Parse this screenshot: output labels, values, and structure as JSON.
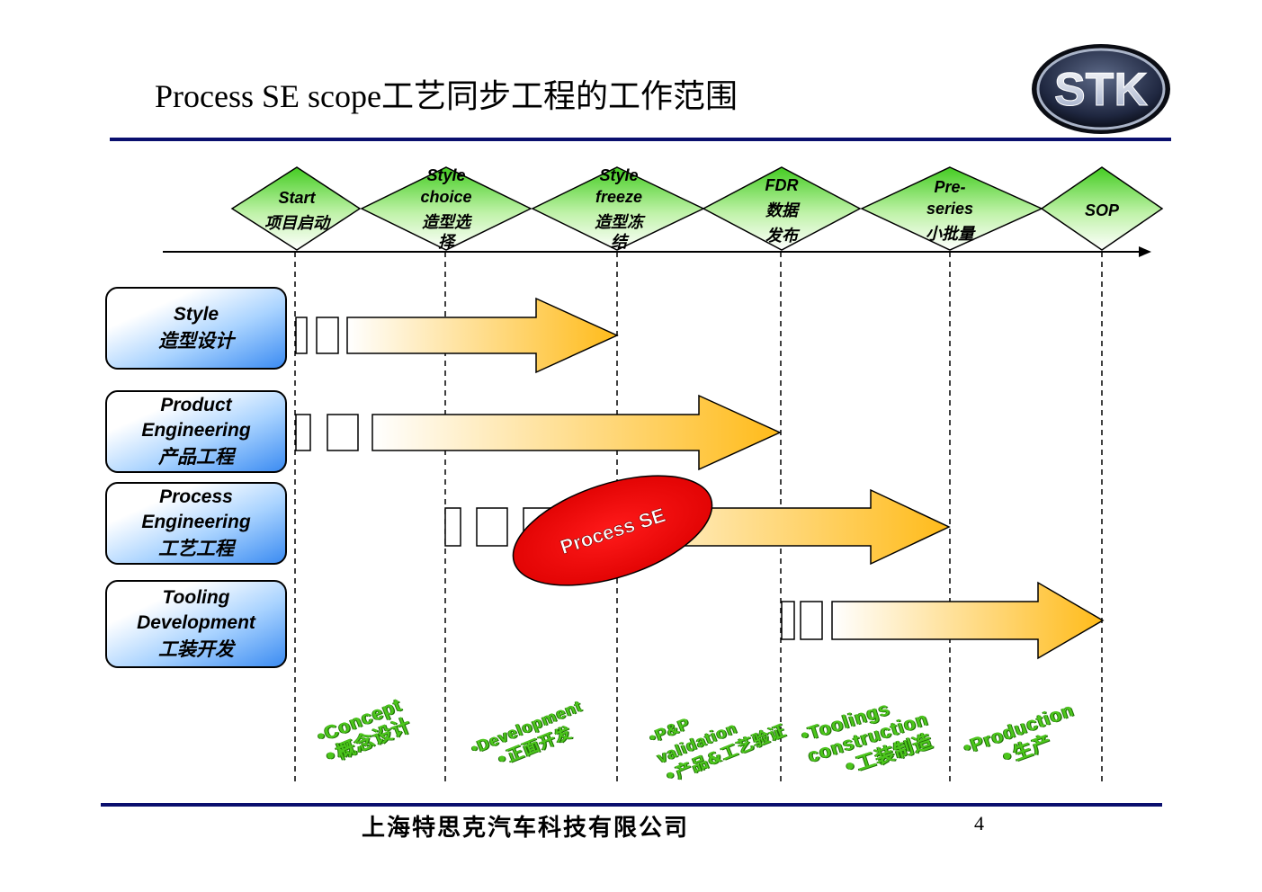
{
  "title": "Process SE scope工艺同步工程的工作范围",
  "logo": {
    "text": "STK"
  },
  "colors": {
    "accent_rule": "#0a0f6e",
    "milestone_green": "#66dd44",
    "arrow_orange": "#ffbf26",
    "process_se_red": "#ee0000",
    "phase_green": "#4cc61c"
  },
  "milestones": [
    {
      "en": "Start",
      "cn": "项目启动"
    },
    {
      "en": "Style choice",
      "cn": "造型选择"
    },
    {
      "en": "Style freeze",
      "cn": "造型冻结"
    },
    {
      "en": "FDR",
      "cn": "数据发布"
    },
    {
      "en": "Pre-series",
      "cn": "小批量"
    },
    {
      "en": "SOP",
      "cn": ""
    }
  ],
  "rows": [
    {
      "en": "Style",
      "cn": "造型设计"
    },
    {
      "en": "Product\nEngineering",
      "cn": "产品工程"
    },
    {
      "en": "Process\nEngineering",
      "cn": "工艺工程"
    },
    {
      "en": "Tooling\nDevelopment",
      "cn": "工装开发"
    }
  ],
  "process_se_label": "Process SE",
  "phases": [
    {
      "en": "•Concept",
      "cn": "•概念设计"
    },
    {
      "en": "•Development",
      "cn": "•正面开发"
    },
    {
      "en": "•P&P validation",
      "cn": "•产品&工艺验证"
    },
    {
      "en": "•Toolings construction",
      "cn": "•工装制造"
    },
    {
      "en": "•Production",
      "cn": "•生产"
    }
  ],
  "footer": {
    "company": "上海特思克汽车科技有限公司",
    "page": "4"
  }
}
